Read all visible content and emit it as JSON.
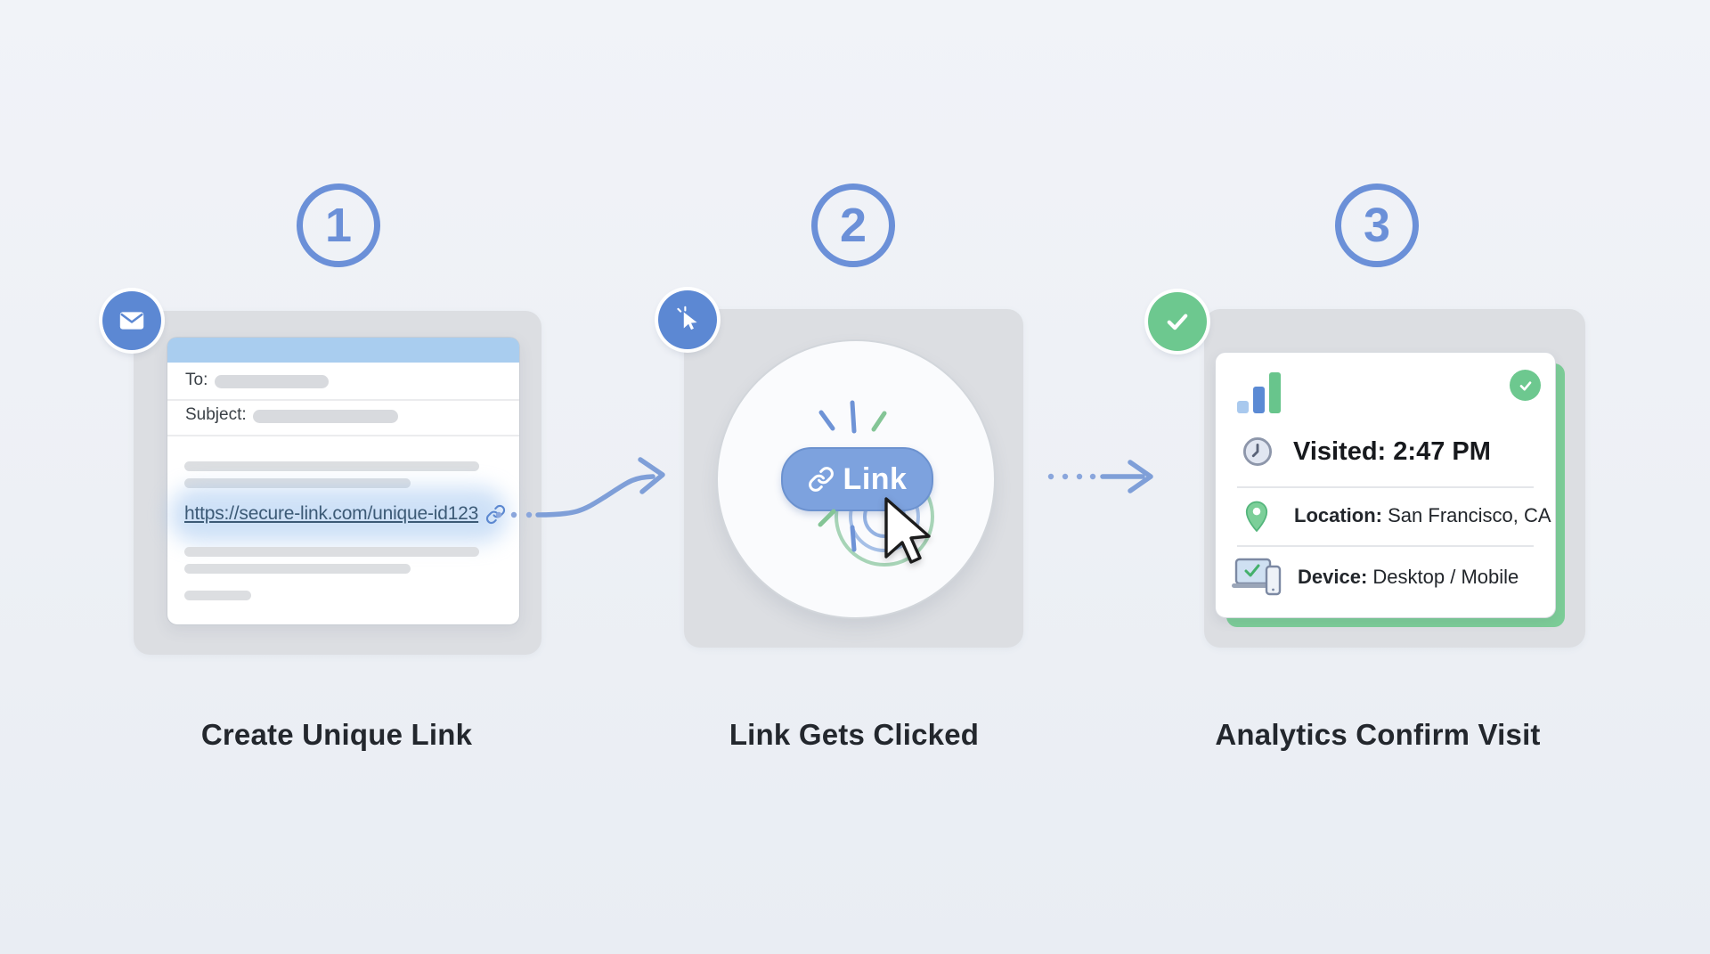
{
  "colors": {
    "background": "#eef1f6",
    "accent_blue": "#6b90d8",
    "badge_blue": "#5c88d3",
    "button_blue": "#7da2de",
    "header_blue": "#a9cdef",
    "success_green": "#6dc88f",
    "arrow_blue": "#7f9fd8",
    "link_text": "#3c5a76",
    "card_gray": "#dcdee2"
  },
  "steps": [
    {
      "number": "1",
      "label": "Create Unique Link",
      "badge_icon": "mail-icon",
      "email": {
        "to_label": "To:",
        "subject_label": "Subject:",
        "link_url": "https://secure-link.com/unique-id123"
      }
    },
    {
      "number": "2",
      "label": "Link Gets Clicked",
      "badge_icon": "cursor-click-icon",
      "button_label": "Link"
    },
    {
      "number": "3",
      "label": "Analytics Confirm Visit",
      "badge_icon": "check-icon",
      "analytics": {
        "visited_label": "Visited:",
        "visited_value": "2:47 PM",
        "location_label": "Location:",
        "location_value": "San Francisco, CA",
        "device_label": "Device:",
        "device_value": "Desktop / Mobile"
      }
    }
  ]
}
